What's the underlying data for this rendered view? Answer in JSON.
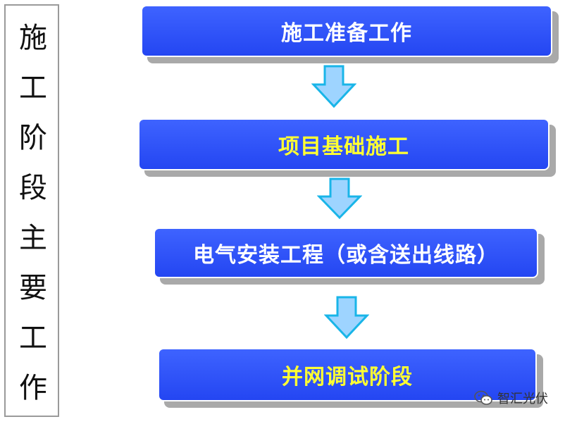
{
  "sidebar": {
    "chars": [
      "施",
      "工",
      "阶",
      "段",
      "主",
      "要",
      "工",
      "作"
    ]
  },
  "steps": [
    {
      "label": "施工准备工作",
      "color": "#ffffff"
    },
    {
      "label": "项目基础施工",
      "color": "#ffff33"
    },
    {
      "label": "电气安装工程（或含送出线路）",
      "color": "#ffffff"
    },
    {
      "label": "并网调试阶段",
      "color": "#ffff33"
    }
  ],
  "colors": {
    "box_fill": "#2d4ff7",
    "arrow_fill": "#9ed4ff",
    "arrow_stroke": "#19b5e8"
  },
  "watermark": {
    "icon": "wechat-icon",
    "text": "智汇光伏"
  }
}
